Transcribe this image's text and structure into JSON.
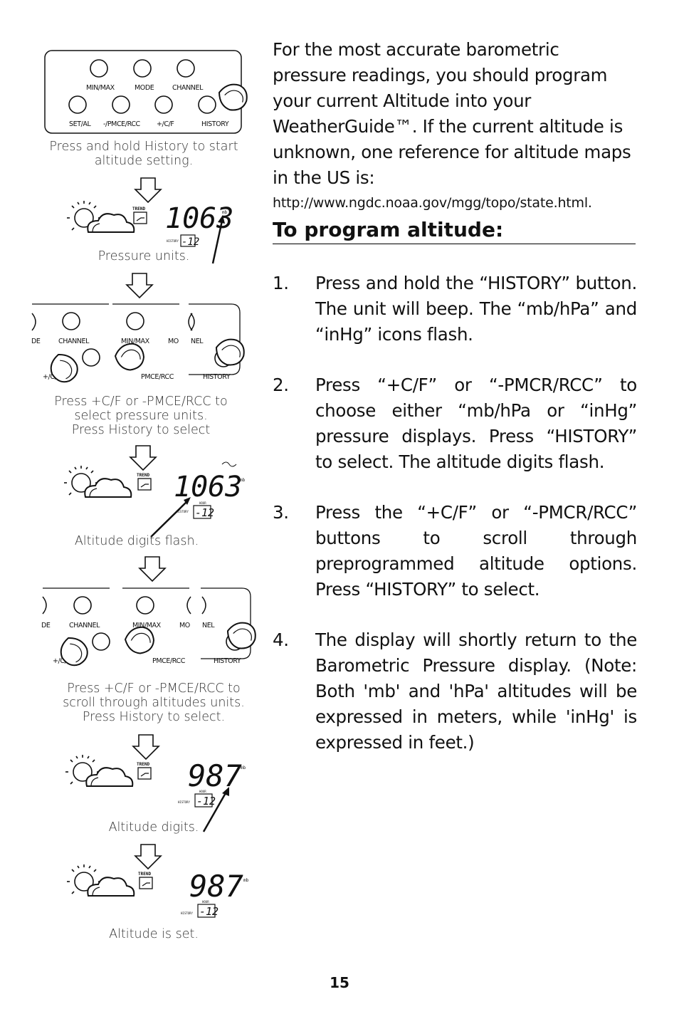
{
  "intro": "For the most accurate barometric pressure readings, you should program your current Altitude into your WeatherGuide™.  If the current altitude is unknown, one reference for altitude maps in the US is:",
  "url": "http://www.ngdc.noaa.gov/mgg/topo/state.html.",
  "heading": "To program altitude:",
  "steps": [
    {
      "num": "1.",
      "text": "Press and hold the “HISTORY” button. The unit will beep. The “mb/hPa” and “inHg” icons flash."
    },
    {
      "num": "2.",
      "text": "Press “+C/F” or “-PMCR/RCC” to choose either “mb/hPa or “inHg” pressure displays. Press “HISTORY” to select. The altitude digits flash."
    },
    {
      "num": "3.",
      "text": "Press the “+C/F” or “-PMCR/RCC” buttons to scroll through preprogrammed altitude options. Press “HISTORY” to select."
    },
    {
      "num": "4.",
      "text": "The display will shortly return to the Barometric Pressure display. (Note: Both 'mb' and 'hPa' altitudes will be expressed in meters, while 'inHg' is expressed in feet.)"
    }
  ],
  "page_number": "15",
  "panel_labels": {
    "minmax": "MIN/MAX",
    "mode": "MODE",
    "channel": "CHANNEL",
    "setal": "SET/AL",
    "pmce": "-/PMCE/RCC",
    "pmce_short": "PMCE/RCC",
    "cf": "+/C/F",
    "history": "HISTORY",
    "mo": "MO",
    "de": "DE",
    "nel": "NEL"
  },
  "display": {
    "pressure_1": "1063",
    "pressure_2": "987",
    "unit": "mb",
    "trend": "TREND",
    "history": "HISTORY",
    "hour": "HOUR",
    "hours": "-12"
  },
  "captions": {
    "c1": [
      "Press and hold History to start",
      "altitude setting."
    ],
    "c2": [
      "Pressure units."
    ],
    "c3": [
      "Press +C/F or -PMCE/RCC to",
      "select pressure units.",
      "Press History to select"
    ],
    "c4": [
      "Altitude digits flash."
    ],
    "c5": [
      "Press +C/F or -PMCE/RCC to",
      "scroll through altitudes units.",
      "Press History to select."
    ],
    "c6": [
      "Altitude digits."
    ],
    "c7": [
      "Altitude is set."
    ]
  }
}
